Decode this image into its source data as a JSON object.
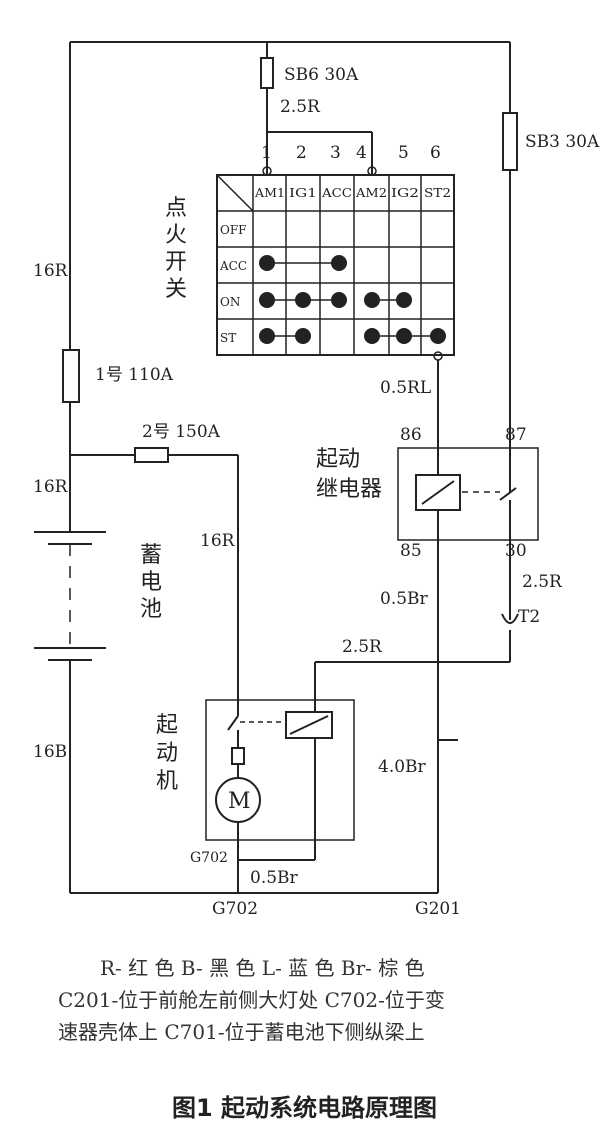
{
  "diagram": {
    "fuses": {
      "sb6": "SB6 30A",
      "sb3": "SB3 30A",
      "f1": "1号 110A",
      "f2": "2号 150A"
    },
    "wires": {
      "w_2_5r_top": "2.5R",
      "w_16r_left": "16R",
      "w_16r_mid": "16R",
      "w_16r_starter": "16R",
      "w_16b": "16B",
      "w_0_5rl": "0.5RL",
      "w_0_5br_relay": "0.5Br",
      "w_2_5r_relay": "2.5R",
      "w_2_5r_junction": "2.5R",
      "w_4_0br": "4.0Br",
      "w_0_5br_bottom": "0.5Br"
    },
    "terminal_numbers": [
      "1",
      "2",
      "3",
      "4",
      "5",
      "6"
    ],
    "ignition_switch": {
      "title_chars": [
        "点",
        "火",
        "开",
        "关"
      ],
      "columns": [
        "AM1",
        "IG1",
        "ACC",
        "AM2",
        "IG2",
        "ST2"
      ],
      "rows": [
        "OFF",
        "ACC",
        "ON",
        "ST"
      ]
    },
    "relay": {
      "title_line1": "起动",
      "title_line2": "继电器",
      "pins": {
        "p86": "86",
        "p87": "87",
        "p85": "85",
        "p30": "30"
      }
    },
    "battery_title_chars": [
      "蓄",
      "电",
      "池"
    ],
    "starter": {
      "title_chars": [
        "起",
        "动",
        "机"
      ],
      "motor_symbol": "M"
    },
    "connector_t2": "T2",
    "grounds": {
      "g702_starter": "G702",
      "g702": "G702",
      "g201": "G201"
    }
  },
  "legend": {
    "line1": "R- 红 色  B- 黑 色  L- 蓝 色  Br- 棕 色",
    "line2": "C201-位于前舱左前侧大灯处 C702-位于变",
    "line3": "速器壳体上 C701-位于蓄电池下侧纵梁上"
  },
  "caption": "图1 起动系统电路原理图"
}
